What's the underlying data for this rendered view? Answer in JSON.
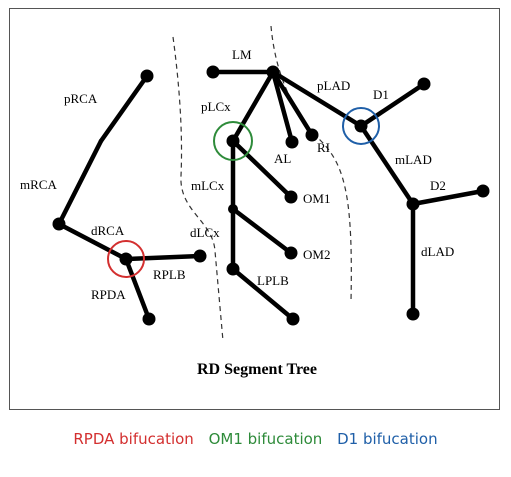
{
  "title": "RD Segment Tree",
  "labels": {
    "LM": "LM",
    "pLAD": "pLAD",
    "D1": "D1",
    "mLAD": "mLAD",
    "D2": "D2",
    "dLAD": "dLAD",
    "pLCx": "pLCx",
    "AL": "AL",
    "RI": "RI",
    "mLCx": "mLCx",
    "dLCx": "dLCx",
    "OM1": "OM1",
    "OM2": "OM2",
    "LPLB": "LPLB",
    "pRCA": "pRCA",
    "mRCA": "mRCA",
    "dRCA": "dRCA",
    "RPLB": "RPLB",
    "RPDA": "RPDA"
  },
  "legend": [
    {
      "text": "RPDA bifucation",
      "color": "#d32f2f"
    },
    {
      "text": "OM1 bifucation",
      "color": "#2e8b3a"
    },
    {
      "text": "D1 bifucation",
      "color": "#1f5fa8"
    }
  ],
  "colors": {
    "rpda_circle": "#d32f2f",
    "om1_circle": "#2e8b3a",
    "d1_circle": "#1f5fa8"
  }
}
